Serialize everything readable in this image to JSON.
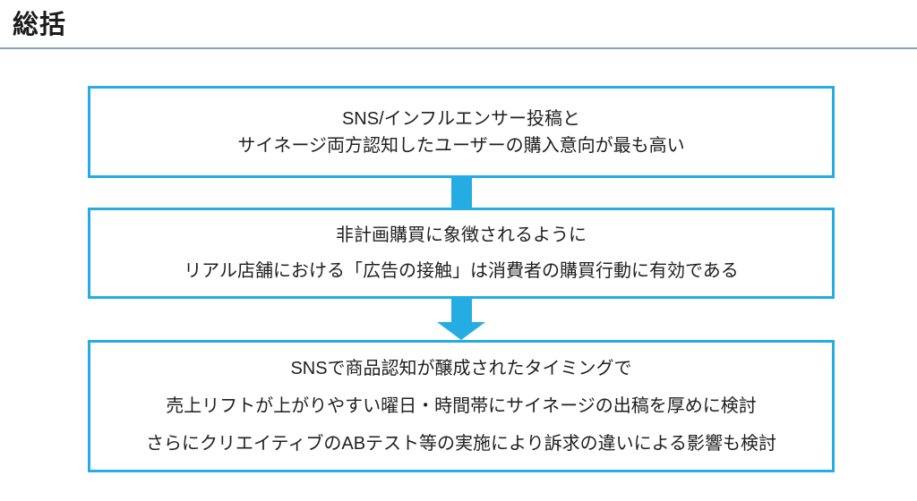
{
  "page": {
    "title": "総括",
    "accent_color": "#25ace3",
    "divider_color": "#8fa0b6",
    "text_color": "#1f1f1f",
    "background_color": "#ffffff"
  },
  "flow": {
    "boxes": [
      {
        "name": "finding-awareness",
        "lines": [
          "SNS/インフルエンサー投稿と",
          "サイネージ両方認知したユーザーの購入意向が最も高い"
        ]
      },
      {
        "name": "finding-unplanned-purchase",
        "lines": [
          "非計画購買に象徴されるように",
          "リアル店舗における「広告の接触」は消費者の購買行動に有効である"
        ]
      },
      {
        "name": "recommendation",
        "lines": [
          "SNSで商品認知が醸成されたタイミングで",
          "売上リフトが上がりやすい曜日・時間帯にサイネージの出稿を厚めに検討",
          "さらにクリエイティブのABテスト等の実施により訴求の違いによる影響も検討"
        ]
      }
    ],
    "connectors": [
      {
        "type": "shaft"
      },
      {
        "type": "arrow"
      }
    ]
  }
}
